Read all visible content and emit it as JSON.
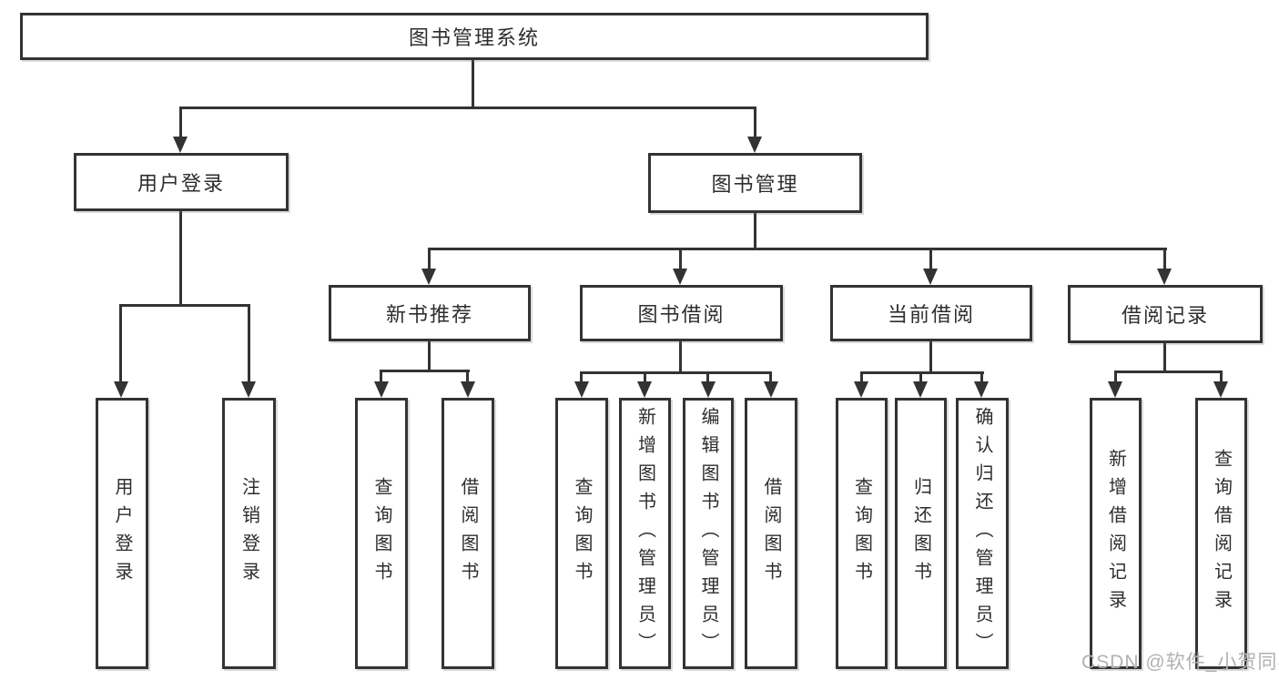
{
  "nodes": {
    "root": "图书管理系统",
    "user_login": "用户登录",
    "book_mgmt": "图书管理",
    "new_book_rec": "新书推荐",
    "book_borrow": "图书借阅",
    "current_borrow": "当前借阅",
    "borrow_records": "借阅记录",
    "ul_user_login": "用户登录",
    "ul_logout": "注销登录",
    "nb_query": "查询图书",
    "nb_borrow": "借阅图书",
    "bb_query": "查询图书",
    "bb_add": "新增图书（管理员）",
    "bb_edit": "编辑图书（管理员）",
    "bb_borrow": "借阅图书",
    "cb_query": "查询图书",
    "cb_return": "归还图书",
    "cb_confirm": "确认归还（管理员）",
    "br_add": "新增借阅记录",
    "br_query": "查询借阅记录"
  },
  "tree": {
    "label": "图书管理系统",
    "children": [
      {
        "label": "用户登录",
        "children": [
          {
            "label": "用户登录"
          },
          {
            "label": "注销登录"
          }
        ]
      },
      {
        "label": "图书管理",
        "children": [
          {
            "label": "新书推荐",
            "children": [
              {
                "label": "查询图书"
              },
              {
                "label": "借阅图书"
              }
            ]
          },
          {
            "label": "图书借阅",
            "children": [
              {
                "label": "查询图书"
              },
              {
                "label": "新增图书（管理员）"
              },
              {
                "label": "编辑图书（管理员）"
              },
              {
                "label": "借阅图书"
              }
            ]
          },
          {
            "label": "当前借阅",
            "children": [
              {
                "label": "查询图书"
              },
              {
                "label": "归还图书"
              },
              {
                "label": "确认归还（管理员）"
              }
            ]
          },
          {
            "label": "借阅记录",
            "children": [
              {
                "label": "新增借阅记录"
              },
              {
                "label": "查询借阅记录"
              }
            ]
          }
        ]
      }
    ]
  },
  "watermark": {
    "text": "CSDN @软件_小贺同学"
  },
  "colors": {
    "line": "#333333",
    "box_border": "#333333",
    "text": "#2d2d2d",
    "watermark": "#b1b1b1",
    "background": "#ffffff"
  }
}
